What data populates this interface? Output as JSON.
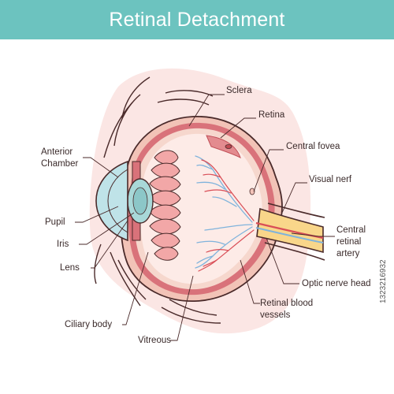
{
  "header": {
    "title": "Retinal Detachment"
  },
  "labels": {
    "sclera": "Sclera",
    "retina": "Retina",
    "central_fovea": "Central fovea",
    "visual_nerf": "Visual nerf",
    "central_retinal_artery_1": "Central",
    "central_retinal_artery_2": "retinal",
    "central_retinal_artery_3": "artery",
    "optic_nerve_head": "Optic nerve head",
    "retinal_blood_vessels_1": "Retinal blood",
    "retinal_blood_vessels_2": "vessels",
    "vitreous": "Vitreous",
    "ciliary_body": "Ciliary body",
    "lens": "Lens",
    "iris": "Iris",
    "pupil": "Pupil",
    "anterior_chamber_1": "Anterior",
    "anterior_chamber_2": "Chamber"
  },
  "watermark": "1323216932",
  "colors": {
    "banner": "#6cc3bf",
    "background_blob": "#fbe6e4",
    "sclera": "#f2c3b7",
    "choroid": "#d9727a",
    "retina": "#f6d7cd",
    "vitreous": "#fdebe7",
    "optic_nerve": "#f9d68a",
    "vein": "#7fb3dc",
    "artery": "#d94e57",
    "cornea": "#bfe3e8",
    "lens": "#a8d8d8",
    "outline": "#4a2a2a"
  }
}
